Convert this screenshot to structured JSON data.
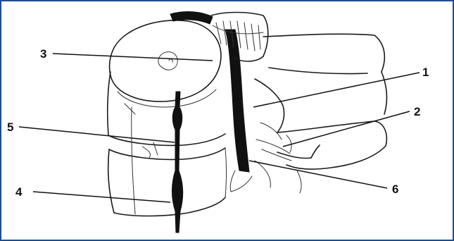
{
  "figure": {
    "border_color": "#1f4e8c",
    "labels": [
      {
        "id": "1",
        "text": "1"
      },
      {
        "id": "2",
        "text": "2"
      },
      {
        "id": "3",
        "text": "3"
      },
      {
        "id": "4",
        "text": "4"
      },
      {
        "id": "5",
        "text": "5"
      },
      {
        "id": "6",
        "text": "6"
      }
    ]
  }
}
